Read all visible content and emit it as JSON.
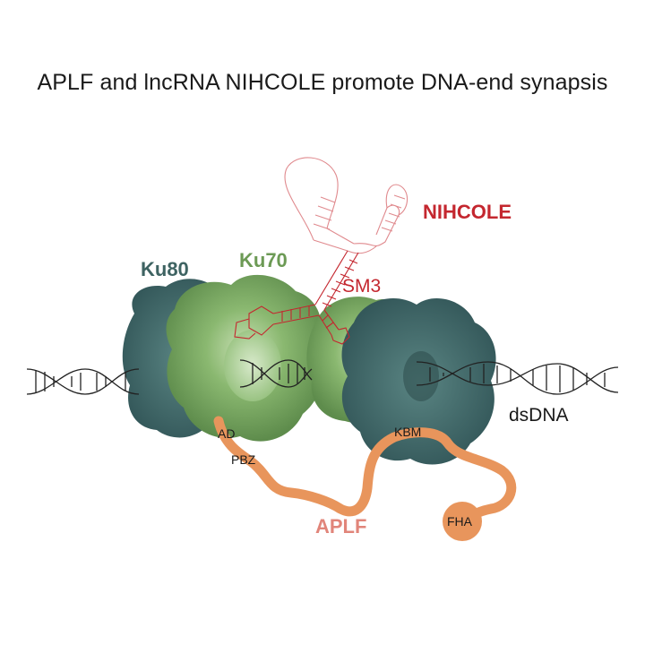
{
  "title": "APLF and lncRNA NIHCOLE promote DNA-end synapsis",
  "labels": {
    "nihcole": "NIHCOLE",
    "ku80": "Ku80",
    "ku70": "Ku70",
    "sm3": "SM3",
    "dsdna": "dsDNA",
    "aplf": "APLF",
    "ad": "AD",
    "pbz": "PBZ",
    "kbm": "KBM",
    "fha": "FHA"
  },
  "colors": {
    "ku80": "#3e6362",
    "ku70": "#6c9a55",
    "rna": "#c4272f",
    "aplf": "#e8955c",
    "aplf_label": "#e1857a",
    "dna": "#222222"
  }
}
